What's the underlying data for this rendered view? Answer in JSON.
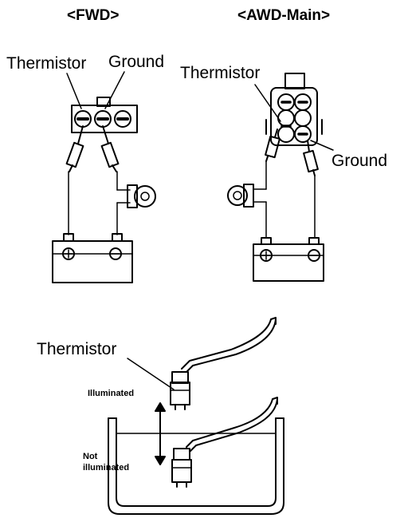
{
  "headers": {
    "fwd": "<FWD>",
    "awd": "<AWD-Main>"
  },
  "fwd": {
    "thermistor": "Thermistor",
    "ground": "Ground"
  },
  "awd": {
    "thermistor": "Thermistor",
    "ground": "Ground"
  },
  "test": {
    "thermistor": "Thermistor",
    "illuminated": "Illuminated",
    "not_illuminated_1": "Not",
    "not_illuminated_2": "illuminated"
  },
  "colors": {
    "ink": "#000000",
    "paper": "#ffffff"
  }
}
